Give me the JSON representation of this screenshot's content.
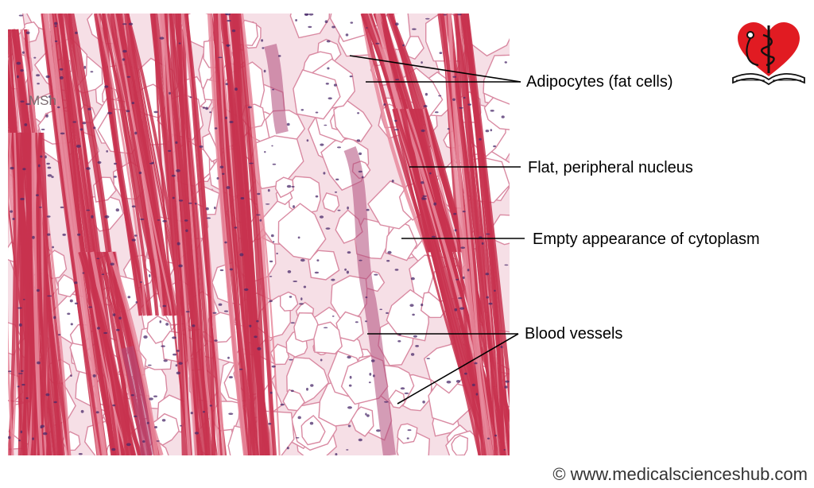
{
  "watermark": "MSh",
  "labels": {
    "adipocytes": "Adipocytes (fat cells)",
    "nucleus": "Flat, peripheral nucleus",
    "cytoplasm": "Empty appearance of cytoplasm",
    "vessels": "Blood vessels"
  },
  "copyright": "© www.medicalscienceshub.com",
  "colors": {
    "muscle": "#c8324f",
    "muscle_light": "#e88a9c",
    "background": "#f6dfe6",
    "membrane": "#d98aa2",
    "nucleus": "#4a2a6a",
    "logo_heart": "#e11b22"
  }
}
